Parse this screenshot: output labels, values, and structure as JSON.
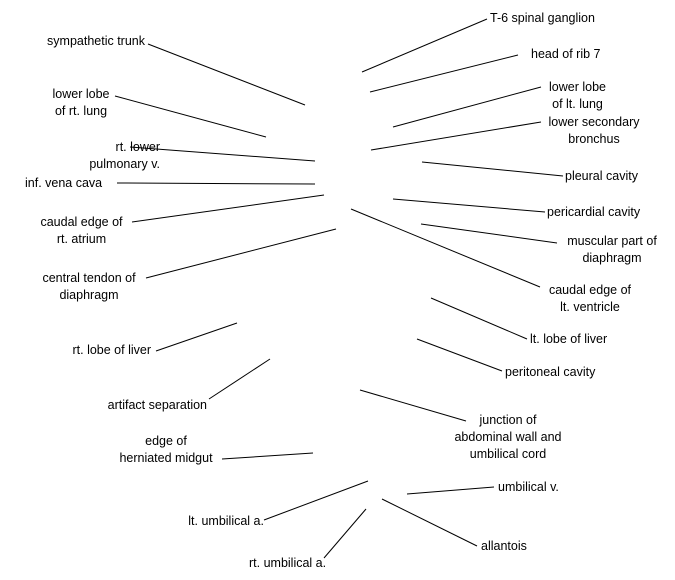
{
  "labels": {
    "sympathetic_trunk": [
      "sympathetic trunk"
    ],
    "lower_lobe_rt_lung": [
      "lower lobe",
      "of rt. lung"
    ],
    "rt_lower_pulmonary_v": [
      "rt. lower",
      "pulmonary v."
    ],
    "inf_vena_cava": [
      "inf. vena cava"
    ],
    "caudal_edge_rt_atrium": [
      "caudal edge of",
      "rt. atrium"
    ],
    "central_tendon_diaphragm": [
      "central tendon of",
      "diaphragm"
    ],
    "rt_lobe_liver": [
      "rt. lobe of liver"
    ],
    "artifact_separation": [
      "artifact separation"
    ],
    "edge_herniated_midgut": [
      "edge of",
      "herniated midgut"
    ],
    "lt_umbilical_a": [
      "lt. umbilical a."
    ],
    "rt_umbilical_a": [
      "rt. umbilical a."
    ],
    "t6_spinal_ganglion": [
      "T-6 spinal ganglion"
    ],
    "head_rib_7": [
      "head of rib 7"
    ],
    "lower_lobe_lt_lung": [
      "lower lobe",
      "of lt. lung"
    ],
    "lower_secondary_bronchus": [
      "lower secondary",
      "bronchus"
    ],
    "pleural_cavity": [
      "pleural cavity"
    ],
    "pericardial_cavity": [
      "pericardial cavity"
    ],
    "muscular_part_diaphragm": [
      "muscular part of",
      "diaphragm"
    ],
    "caudal_edge_lt_ventricle": [
      "caudal edge of",
      "lt. ventricle"
    ],
    "lt_lobe_liver": [
      "lt. lobe of liver"
    ],
    "peritoneal_cavity": [
      "peritoneal cavity"
    ],
    "junction_abdominal_wall": [
      "junction of",
      "abdominal wall and",
      "umbilical cord"
    ],
    "umbilical_v": [
      "umbilical v."
    ],
    "allantois": [
      "allantois"
    ]
  }
}
